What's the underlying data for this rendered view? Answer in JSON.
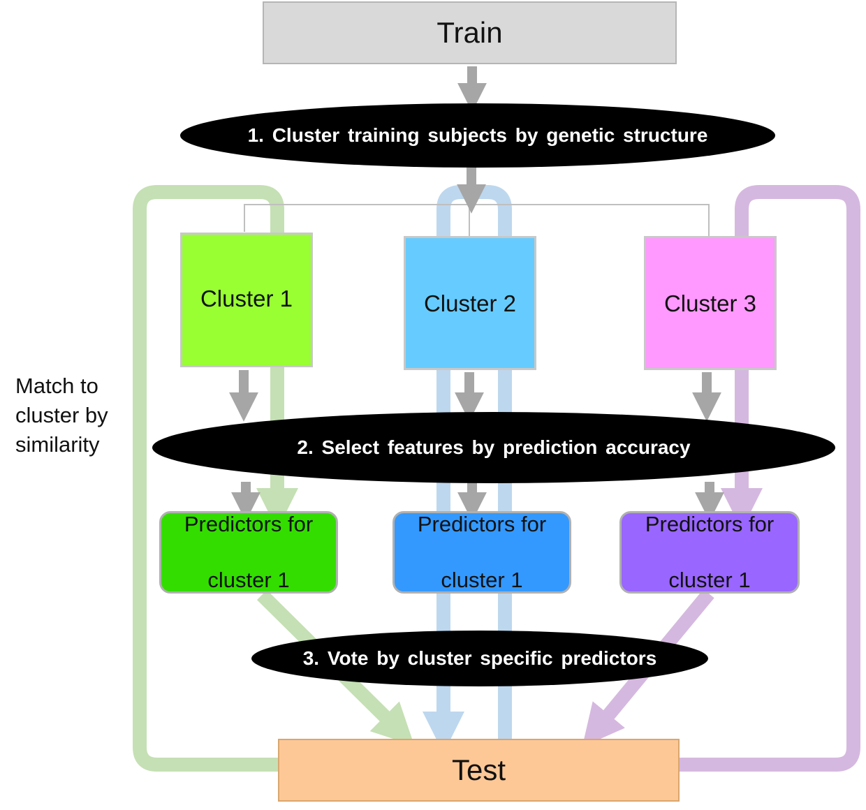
{
  "train": {
    "label": "Train",
    "color": "#d9d9d9"
  },
  "test": {
    "label": "Test",
    "color": "#fdc896"
  },
  "steps": {
    "step1": "1. Cluster training subjects by genetic structure",
    "step2": "2. Select features by prediction accuracy",
    "step3": "3. Vote by cluster specific predictors"
  },
  "side_label": {
    "line1": "Match to",
    "line2": "cluster by",
    "line3": "similarity"
  },
  "clusters": [
    {
      "label": "Cluster 1",
      "color": "#99ff33",
      "predictor_line1": "Predictors for",
      "predictor_line2": "cluster 1",
      "predictor_color": "#33dd00",
      "path_color": "#c5e0b4"
    },
    {
      "label": "Cluster 2",
      "color": "#66ccff",
      "predictor_line1": "Predictors for",
      "predictor_line2": "cluster 1",
      "predictor_color": "#3399ff",
      "path_color": "#bdd7ee"
    },
    {
      "label": "Cluster 3",
      "color": "#ff99ff",
      "predictor_line1": "Predictors for",
      "predictor_line2": "cluster 1",
      "predictor_color": "#9966ff",
      "path_color": "#d5b8df"
    }
  ],
  "arrow_color": "#a6a6a6"
}
